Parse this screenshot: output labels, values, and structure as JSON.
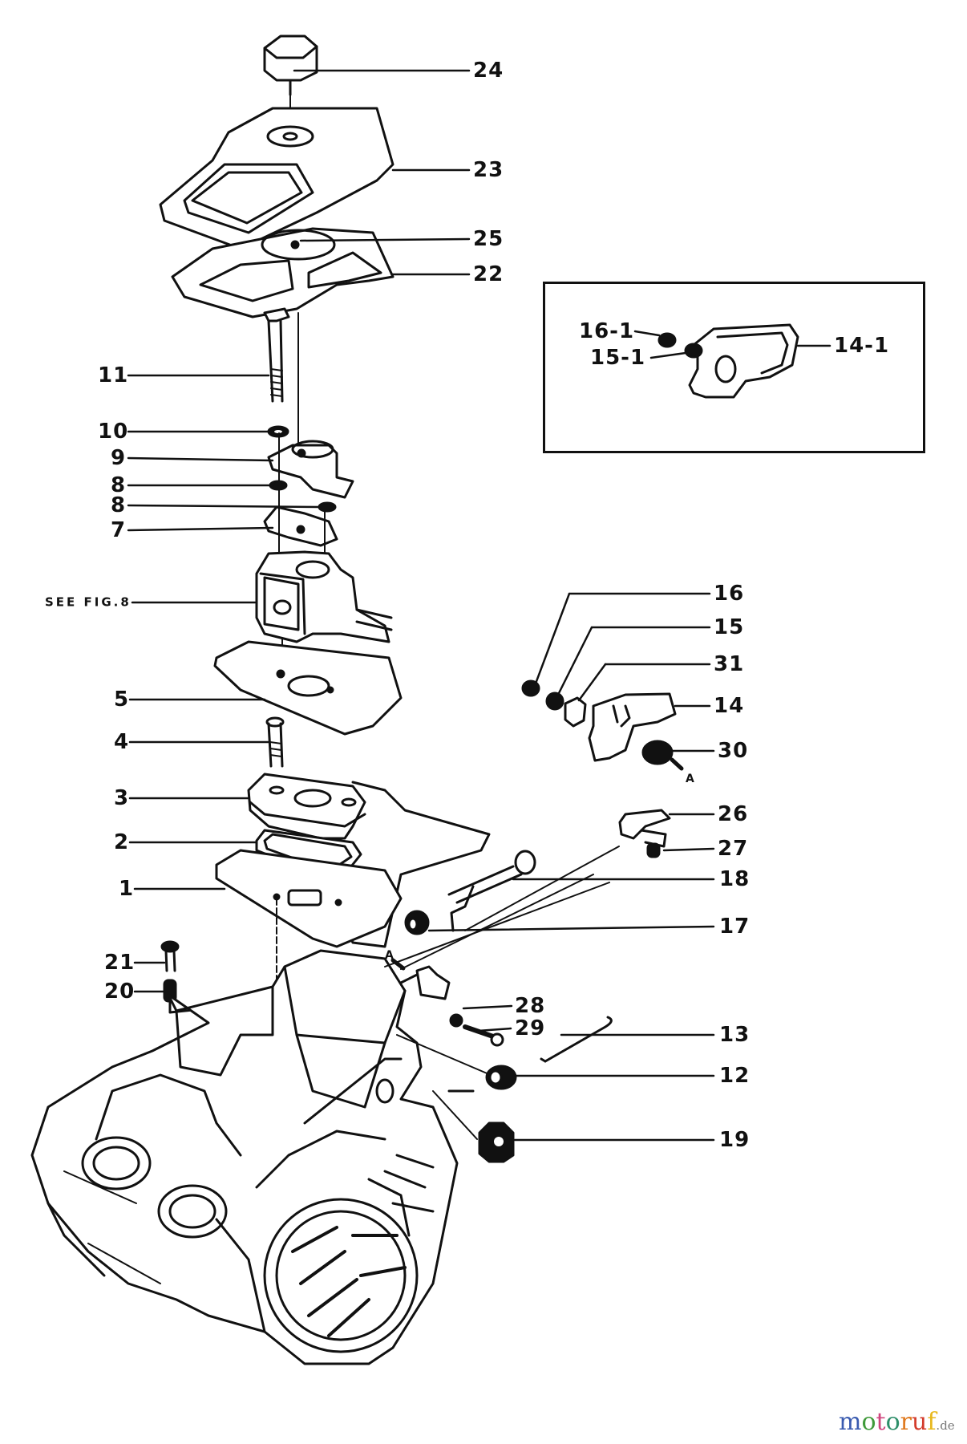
{
  "figure": {
    "type": "exploded parts diagram",
    "subject": "chainsaw crankcase / air filter / carburetor assembly"
  },
  "callouts": [
    {
      "id": "c24",
      "text": "24"
    },
    {
      "id": "c23",
      "text": "23"
    },
    {
      "id": "c25",
      "text": "25"
    },
    {
      "id": "c22",
      "text": "22"
    },
    {
      "id": "c11",
      "text": "11"
    },
    {
      "id": "c10",
      "text": "10"
    },
    {
      "id": "c9",
      "text": "9"
    },
    {
      "id": "c8a",
      "text": "8"
    },
    {
      "id": "c8b",
      "text": "8"
    },
    {
      "id": "c7",
      "text": "7"
    },
    {
      "id": "cfig",
      "text": "SEE FIG.8"
    },
    {
      "id": "c5",
      "text": "5"
    },
    {
      "id": "c4",
      "text": "4"
    },
    {
      "id": "c3",
      "text": "3"
    },
    {
      "id": "c2",
      "text": "2"
    },
    {
      "id": "c1",
      "text": "1"
    },
    {
      "id": "c21",
      "text": "21"
    },
    {
      "id": "c20",
      "text": "20"
    },
    {
      "id": "c16",
      "text": "16"
    },
    {
      "id": "c15",
      "text": "15"
    },
    {
      "id": "c31",
      "text": "31"
    },
    {
      "id": "c14",
      "text": "14"
    },
    {
      "id": "c30",
      "text": "30"
    },
    {
      "id": "c26",
      "text": "26"
    },
    {
      "id": "c27",
      "text": "27"
    },
    {
      "id": "c18",
      "text": "18"
    },
    {
      "id": "c17",
      "text": "17"
    },
    {
      "id": "c28",
      "text": "28"
    },
    {
      "id": "c29",
      "text": "29"
    },
    {
      "id": "c13",
      "text": "13"
    },
    {
      "id": "c12",
      "text": "12"
    },
    {
      "id": "c19",
      "text": "19"
    }
  ],
  "inset": {
    "callouts": [
      {
        "id": "i161",
        "text": "16-1"
      },
      {
        "id": "i151",
        "text": "15-1"
      },
      {
        "id": "i141",
        "text": "14-1"
      }
    ]
  },
  "arrow_marker": "A",
  "watermark": {
    "letters": [
      {
        "ch": "m",
        "color": "#3a5bb0"
      },
      {
        "ch": "o",
        "color": "#3f9a3a"
      },
      {
        "ch": "t",
        "color": "#d0457e"
      },
      {
        "ch": "o",
        "color": "#2e8f6a"
      },
      {
        "ch": "r",
        "color": "#e07a1f"
      },
      {
        "ch": "u",
        "color": "#d33b2b"
      },
      {
        "ch": "f",
        "color": "#e8b81c"
      }
    ],
    "tld": ".de"
  }
}
